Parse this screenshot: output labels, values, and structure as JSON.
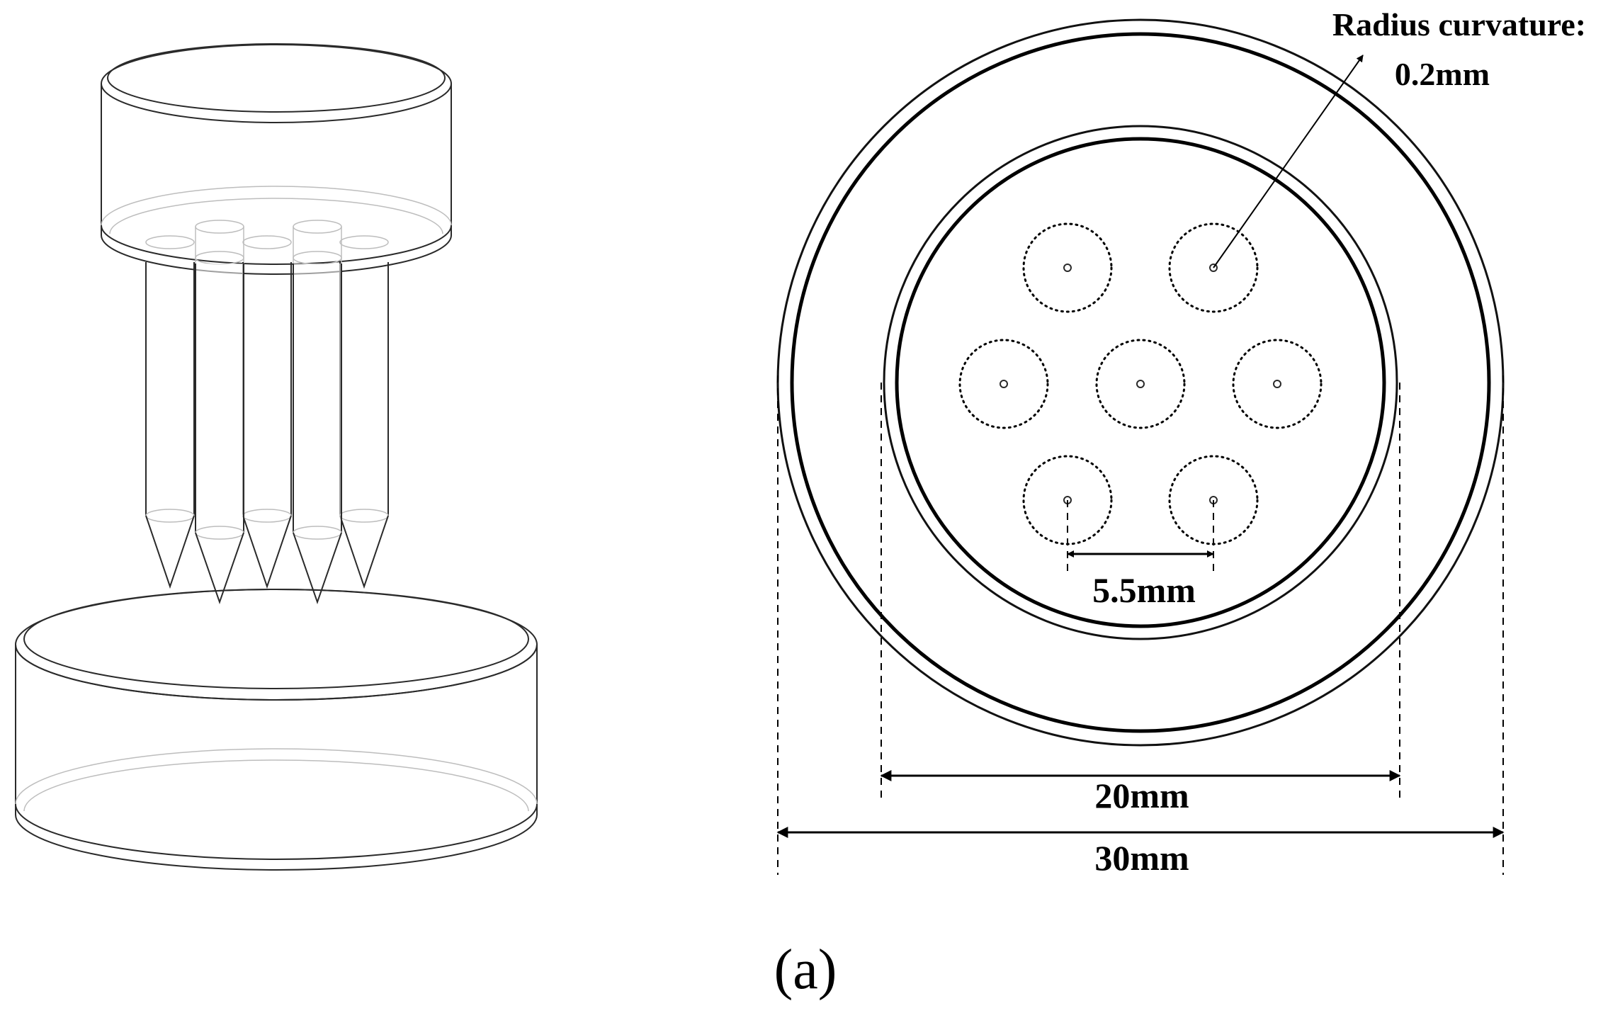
{
  "annotation": {
    "radius_title": "Radius curvature:",
    "radius_value": "0.2mm"
  },
  "dimensions": {
    "pitch": "5.5mm",
    "inner_diameter": "20mm",
    "outer_diameter": "30mm"
  },
  "caption": "(a)"
}
